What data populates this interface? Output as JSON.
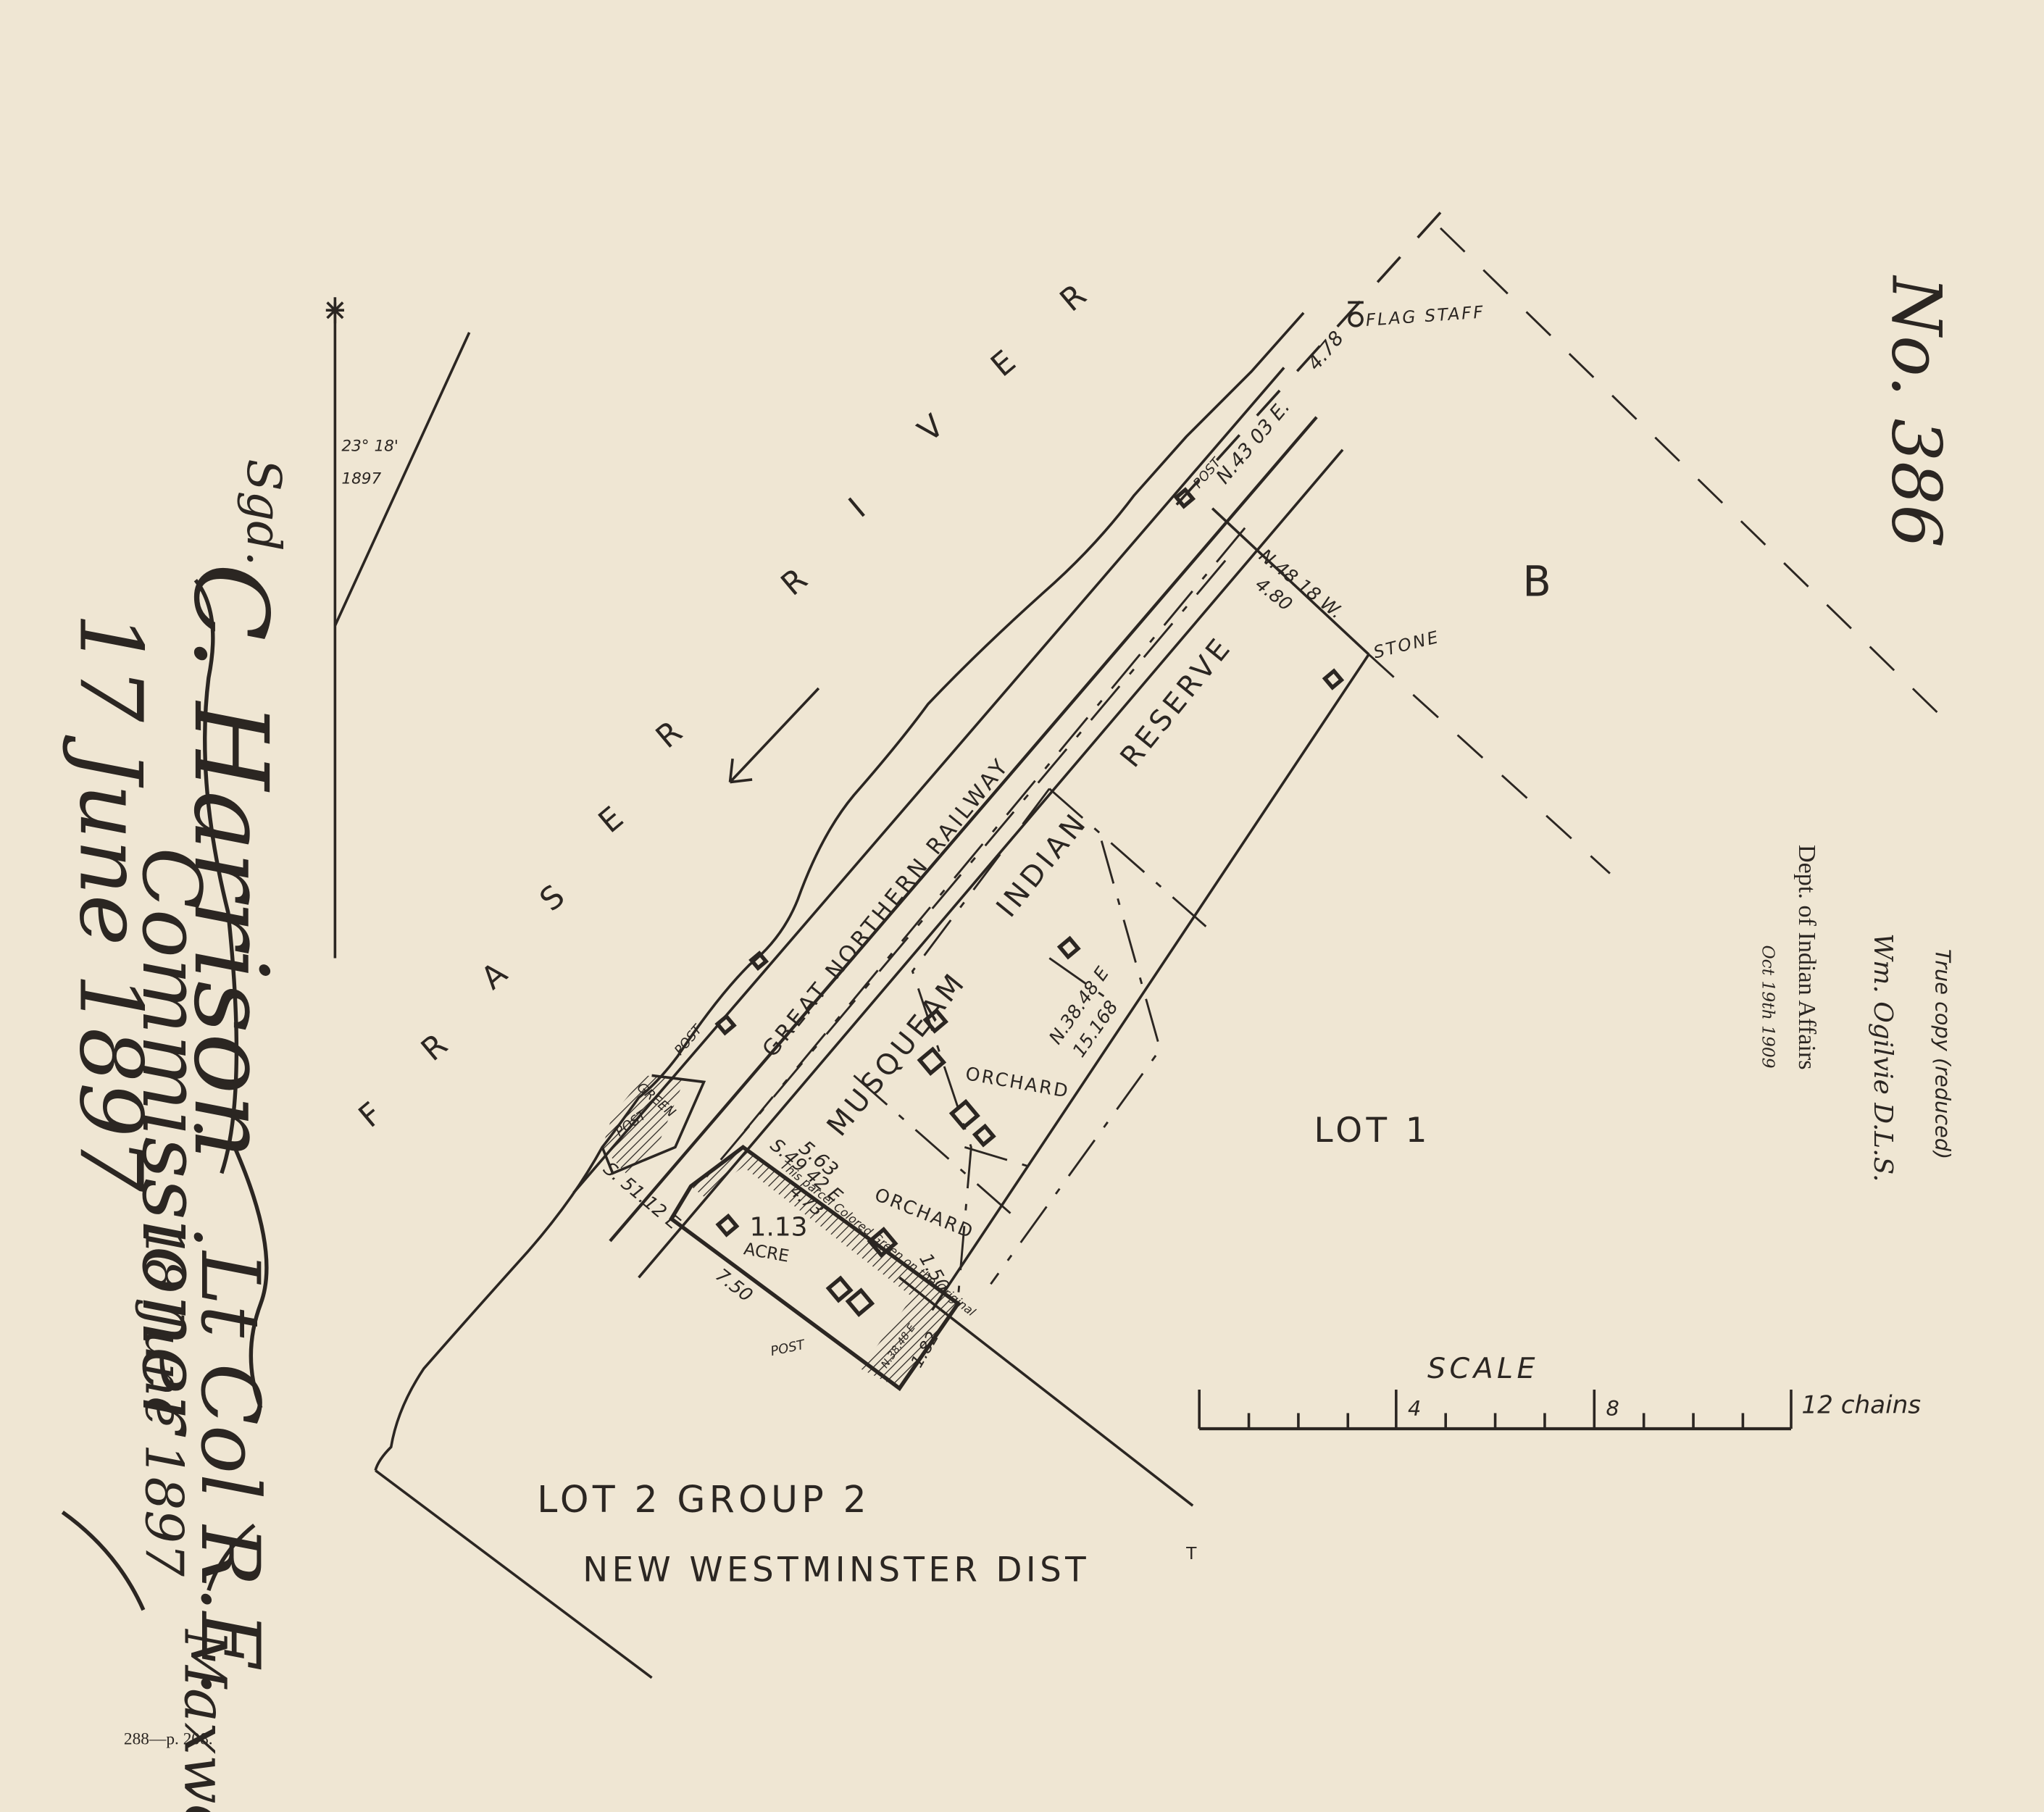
{
  "doc_number": "No. 386",
  "signed_prefix": "Sgd.",
  "signature_surveyor_name": "C. Harrison",
  "signature_rank": "Lt Col R.E.",
  "signature_place": "Commissioner",
  "signature_date": "17 June 1897",
  "signature_second_name": "Maxwell",
  "signature_second_date": "18 June 1897",
  "magnetic_declination": "23° 18'",
  "declination_year": "1897",
  "river_letters": [
    "F",
    "R",
    "A",
    "S",
    "E",
    "R",
    "R",
    "I",
    "V",
    "E",
    "R"
  ],
  "railway_label": "GREAT NORTHERN RAILWAY",
  "reserve_label_1": "MUSQUEAM",
  "reserve_label_2": "INDIAN",
  "reserve_label_3": "RESERVE",
  "flag_staff": "FLAG STAFF",
  "stone": "STONE",
  "post_label": "POST",
  "green_label": "GREEN",
  "bearing_1": "N.43 03 E.",
  "distance_1": "4.78",
  "bearing_2": "N.48.18 W.",
  "distance_2": "4.80",
  "bearing_3": "N.38.48 E",
  "distance_3": "15.168",
  "bearing_4": "S.49 42 E",
  "distance_4": "5.63",
  "distance_4b": "4.73",
  "bearing_5": "S. 51.12 E",
  "distance_5": "7.50",
  "distance_6": "1.50",
  "bearing_7": "N.38.48 E",
  "distance_7": "1.82",
  "orchard_1": "ORCHARD",
  "orchard_2": "ORCHARD",
  "acreage_value": "1.13",
  "acreage_unit": "ACRE",
  "colored_note": "This parcel Colored Green on the Original",
  "letter_b": "B",
  "lot_1": "LOT 1",
  "lot_2": "LOT 2  GROUP 2",
  "district": "NEW WESTMINSTER DIST",
  "district_sup": "T",
  "scale_title": "SCALE",
  "scale_ticks": [
    "4",
    "8"
  ],
  "scale_end": "12 chains",
  "true_copy": "True copy (reduced)",
  "copy_signature": "Wm. Ogilvie D.L.S.",
  "department": "Dept. of Indian Affairs",
  "copy_date": "Oct 19th 1909",
  "page_ref": "288—p. 208.",
  "colors": {
    "paper": "#efe6d3",
    "ink": "#2b2622"
  }
}
